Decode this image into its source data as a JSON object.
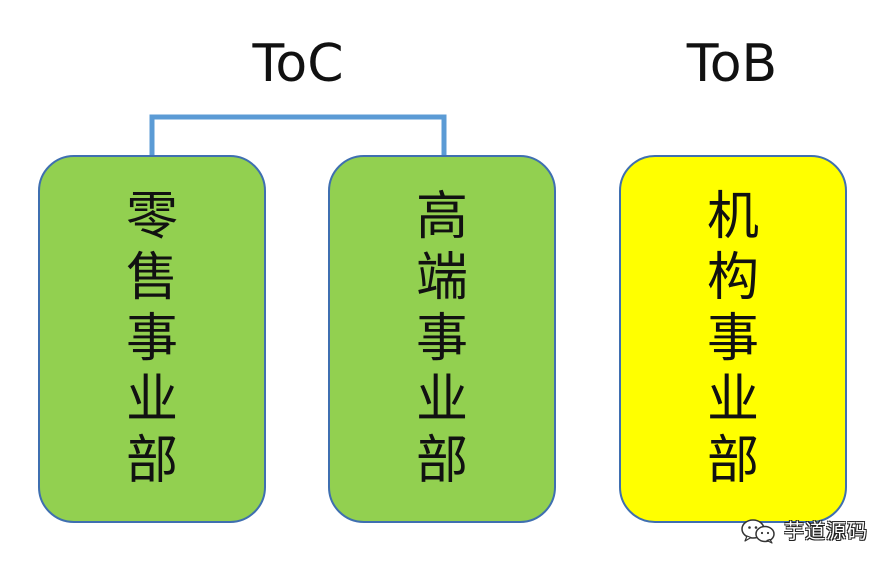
{
  "labels": {
    "toc": "ToC",
    "tob": "ToB"
  },
  "boxes": [
    {
      "chars": [
        "零",
        "售",
        "事",
        "业",
        "部"
      ],
      "fill": "#92d050"
    },
    {
      "chars": [
        "高",
        "端",
        "事",
        "业",
        "部"
      ],
      "fill": "#92d050"
    },
    {
      "chars": [
        "机",
        "构",
        "事",
        "业",
        "部"
      ],
      "fill": "#ffff00"
    }
  ],
  "colors": {
    "connector": "#5b9bd5",
    "box_border": "#3f6fb0"
  },
  "watermark": {
    "icon": "wechat-icon",
    "text": "芋道源码"
  }
}
